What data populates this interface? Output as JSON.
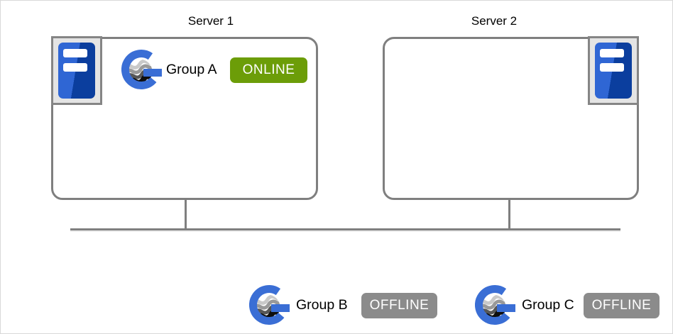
{
  "servers": [
    {
      "title": "Server 1",
      "group": {
        "name": "Group A",
        "status": "ONLINE"
      }
    },
    {
      "title": "Server 2"
    }
  ],
  "standalone_groups": [
    {
      "name": "Group B",
      "status": "OFFLINE"
    },
    {
      "name": "Group C",
      "status": "OFFLINE"
    }
  ],
  "icons": {
    "host": "tower-server-icon",
    "group": "availability-group-icon"
  },
  "colors": {
    "online_badge": "#6c9d08",
    "offline_badge": "#8b8b8b",
    "connector_gray": "#7f7f7f",
    "server_blue_light": "#2f66d4",
    "server_blue_dark": "#0b3e9e",
    "group_ring_blue": "#3a6ed5"
  }
}
